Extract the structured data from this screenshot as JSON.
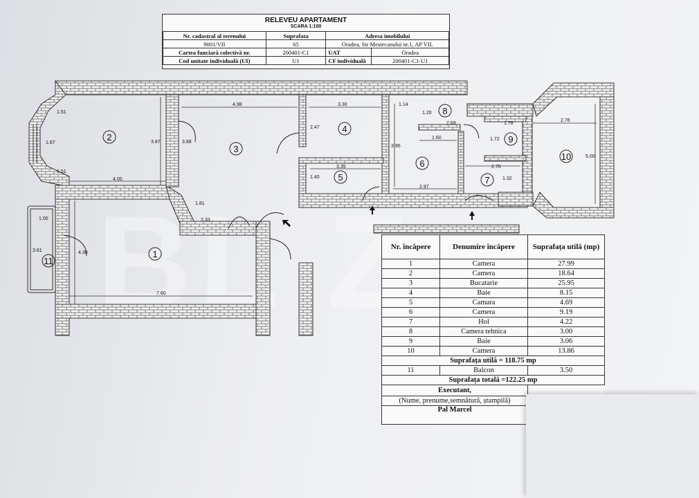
{
  "header": {
    "title": "RELEVEU APARTAMENT",
    "scale": "SCARA 1:100",
    "rows": [
      [
        "Nr. cadastral al terenului",
        "Suprafata",
        "Adresa imobilului"
      ],
      [
        "9001/VII",
        "65",
        "Oradea, Str Mestecanului nr.1, AP VII."
      ],
      [
        "Cartea funciară colectivă nr.",
        "200401-C1",
        "UAT",
        "Oradea"
      ],
      [
        "Cod unitate individuală (UI)",
        "U1",
        "CF individuală",
        "200401-C1-U1"
      ]
    ]
  },
  "plan": {
    "rooms": [
      "1",
      "2",
      "3",
      "4",
      "5",
      "6",
      "7",
      "8",
      "9",
      "10",
      "11"
    ],
    "dims": [
      "1.51",
      "1.67",
      "1.51",
      "3.87",
      "4.00",
      "3.88",
      "4.98",
      "3.30",
      "2.47",
      "3.35",
      "1.40",
      "3.96",
      "1.14",
      "1.20",
      "2.69",
      "1.60",
      "2.97",
      "1.78",
      "1.72",
      "2.70",
      "1.32",
      "2.76",
      "5.00",
      "1.81",
      "2.33",
      "1.00",
      "3.61",
      "4.30",
      "7.60"
    ]
  },
  "legend": {
    "headers": [
      "Nr. încăpere",
      "Denumire încăpere",
      "Suprafața utilă (mp)"
    ],
    "rows": [
      [
        "1",
        "Camera",
        "27.99"
      ],
      [
        "2",
        "Camera",
        "18.64"
      ],
      [
        "3",
        "Bucatarie",
        "25.95"
      ],
      [
        "4",
        "Baie",
        "8.15"
      ],
      [
        "5",
        "Camara",
        "4.69"
      ],
      [
        "6",
        "Camera",
        "9.19"
      ],
      [
        "7",
        "Hol",
        "4.22"
      ],
      [
        "8",
        "Camera tehnica",
        "3.00"
      ],
      [
        "9",
        "Baie",
        "3.06"
      ],
      [
        "10",
        "Camera",
        "13.86"
      ]
    ],
    "total_util": "Suprafața utilă = 118.75 mp",
    "balcony": [
      "11",
      "Balcon",
      "3.50"
    ],
    "total": "Suprafața totală =122.25 mp",
    "executant": "Executant,",
    "executant_note": "(Nume, prenume,semnătură, ștampilă)",
    "executant_name": "Pal Marcel"
  },
  "watermark": "BL Z"
}
